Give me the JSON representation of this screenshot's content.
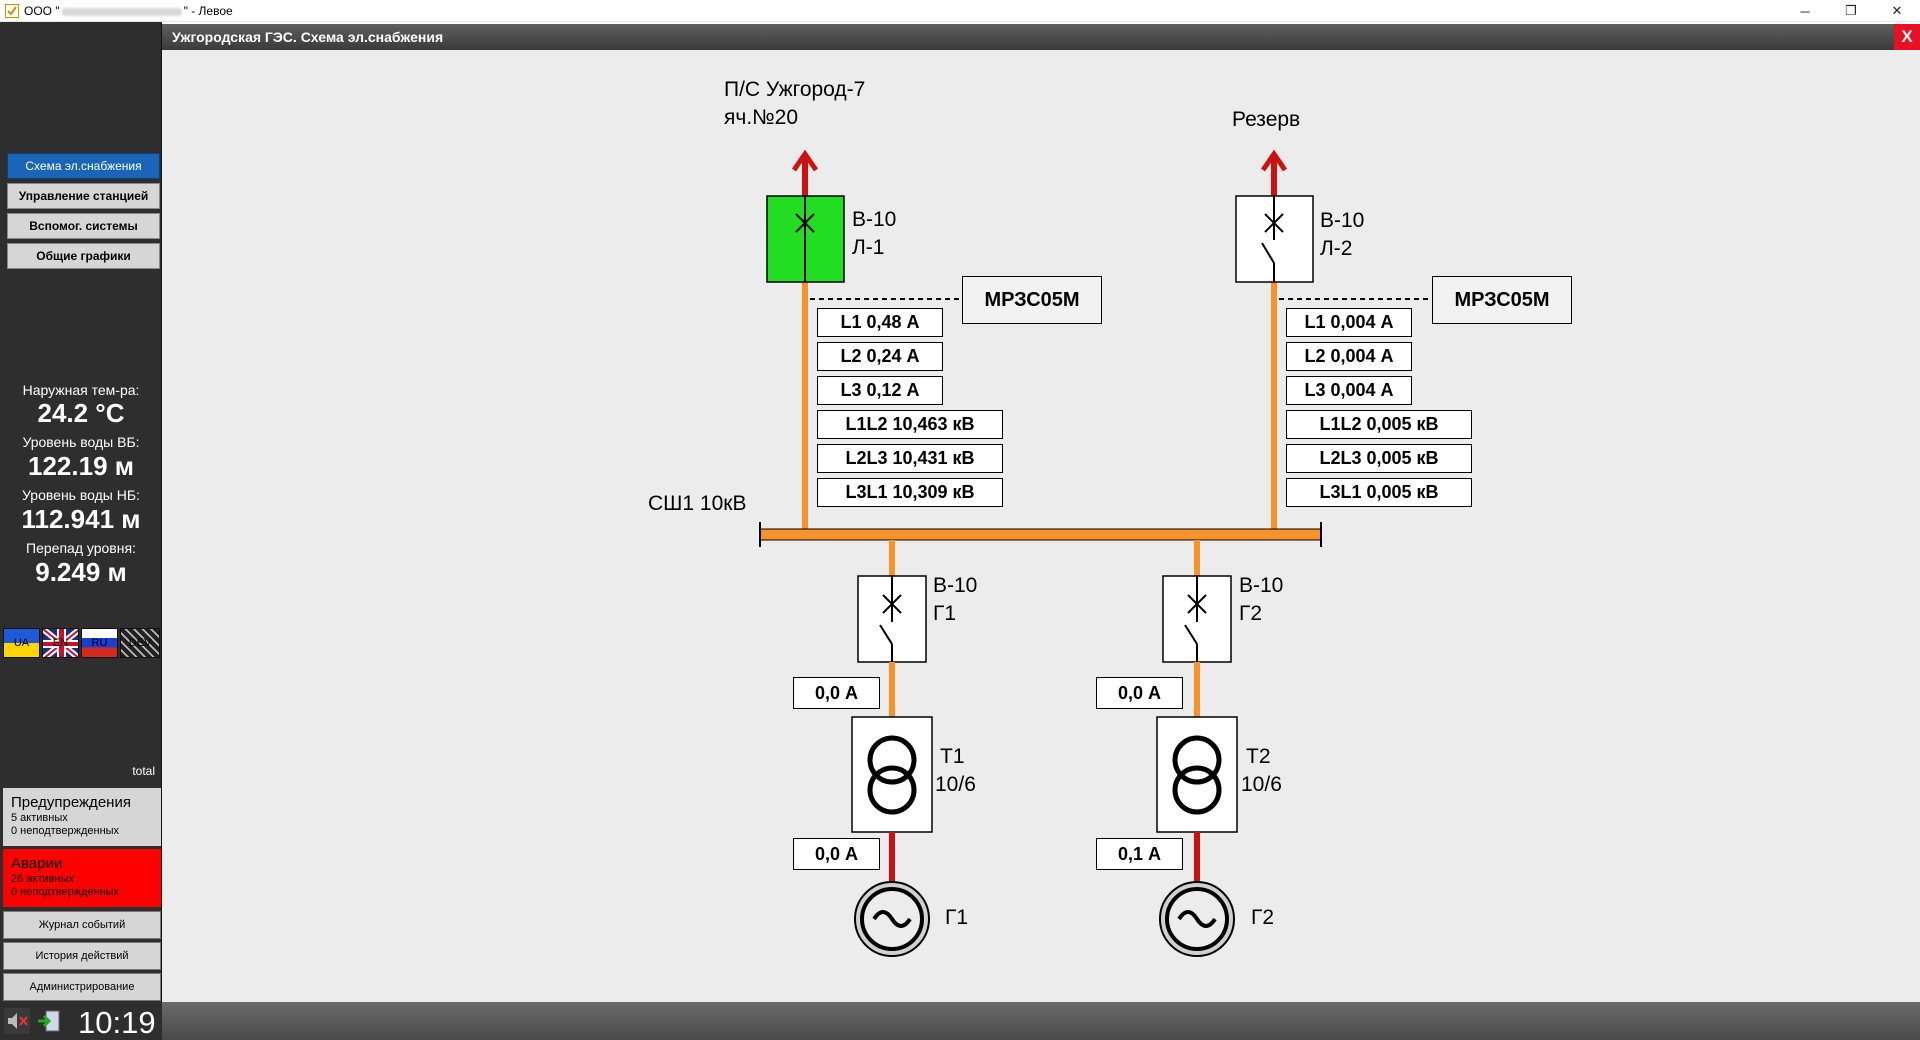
{
  "window": {
    "title_prefix": "ООО \"",
    "title_suffix": "\" - Левое",
    "minimize": "─",
    "maximize": "❐",
    "close": "✕"
  },
  "sidebar": {
    "nav": [
      {
        "label": "Схема эл.снабжения",
        "active": true
      },
      {
        "label": "Управление станцией",
        "active": false
      },
      {
        "label": "Вспомог. системы",
        "active": false
      },
      {
        "label": "Общие графики",
        "active": false
      }
    ],
    "stats": [
      {
        "label": "Наружная тем-ра:",
        "value": "24.2 °C"
      },
      {
        "label": "Уровень воды ВБ:",
        "value": "122.19 м"
      },
      {
        "label": "Уровень воды НБ:",
        "value": "112.941 м"
      },
      {
        "label": "Перепад уровня:",
        "value": "9.249 м"
      }
    ],
    "languages": [
      "UA",
      "EN",
      "RU",
      "DEV"
    ],
    "total_label": "total",
    "warnings": {
      "title": "Предупреждения",
      "active": "5 активных",
      "unconfirmed": "0 неподтвержденных"
    },
    "alarms": {
      "title": "Аварии",
      "active": "26 активных",
      "unconfirmed": "0 неподтвержденных"
    },
    "buttons": [
      "Журнал событий",
      "История действий",
      "Администрирование"
    ],
    "clock": "10:19"
  },
  "panel": {
    "title": "Ужгородская ГЭС. Схема эл.снабжения",
    "close": "X"
  },
  "scheme": {
    "feeder1": {
      "line1": "П/С Ужгород-7",
      "line2": "яч.№20"
    },
    "feeder2": {
      "line1": "Резерв"
    },
    "breaker_l1": {
      "line1": "В-10",
      "line2": "Л-1"
    },
    "breaker_l2": {
      "line1": "В-10",
      "line2": "Л-2"
    },
    "relay1": "МРЗС05М",
    "relay2": "МРЗС05М",
    "meas_l1": [
      "L1 0,48  А",
      "L2 0,24  А",
      "L3 0,12  А",
      "L1L2 10,463 кВ",
      "L2L3 10,431 кВ",
      "L3L1 10,309 кВ"
    ],
    "meas_l2": [
      "L1 0,004  А",
      "L2 0,004  А",
      "L3 0,004  А",
      "L1L2 0,005 кВ",
      "L2L3 0,005 кВ",
      "L3L1 0,005 кВ"
    ],
    "bus_label": "СШ1 10кВ",
    "breaker_g1": {
      "line1": "В-10",
      "line2": "Г1"
    },
    "breaker_g2": {
      "line1": "В-10",
      "line2": "Г2"
    },
    "current_g1_top": "0,0 А",
    "current_g2_top": "0,0 А",
    "transformer1": {
      "line1": "Т1",
      "line2": "10/6"
    },
    "transformer2": {
      "line1": "Т2",
      "line2": "10/6"
    },
    "current_g1_bottom": "0,0 А",
    "current_g2_bottom": "0,1 А",
    "generator1": "Г1",
    "generator2": "Г2",
    "colors": {
      "bus": "#f7932a",
      "feeder_arrow": "#cc1111",
      "generator_line": "#cc1111",
      "breaker_closed": "#22dd22",
      "breaker_open": "#ffffff"
    }
  }
}
